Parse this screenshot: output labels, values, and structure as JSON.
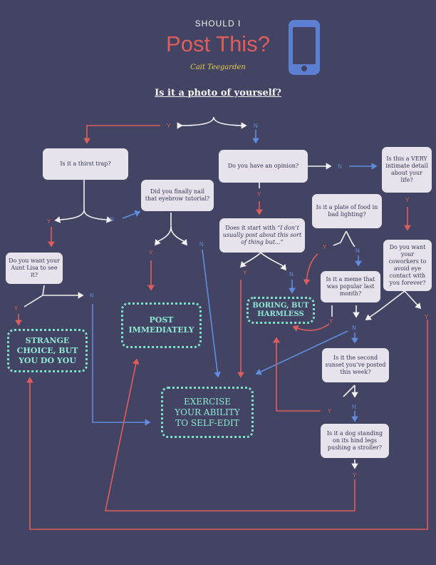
{
  "header": {
    "kicker": "SHOULD I",
    "title": "Post This?",
    "author": "Cait Teegarden",
    "question": "Is it a photo of yourself?"
  },
  "colors": {
    "background": "#434464",
    "yes": "#df5d5b",
    "no": "#5f8de0",
    "neutral": "#f2f2f2",
    "end_border": "#7fe0c9"
  },
  "icons": {
    "phone": "smartphone-icon"
  },
  "questions": {
    "thirst_trap": "Is it a thirst trap?",
    "opinion": "Do you have an opinion?",
    "intimate": "Is this a VERY intimate detail about your life?",
    "eyebrow": "Did you finally nail that eyebrow tutorial?",
    "food": "Is it a plate of food in bad lighting?",
    "dont_usually_prefix": "Does it start with",
    "dont_usually_quote": "“I don’t usually post about this sort of thing but...”",
    "aunt_lisa": "Do you want your Aunt Lisa to see it?",
    "coworkers": "Do you want your coworkers to avoid eye contact with you forever?",
    "meme": "Is it a meme that was popular last month?",
    "sunset": "Is it the second sunset you’ve posted this week?",
    "dog": "Is it a dog standing on its hind legs pushing a stroller?"
  },
  "outcomes": {
    "strange": "STRANGE\nCHOICE, BUT\nYOU DO YOU",
    "post": "POST\nIMMEDIATELY",
    "boring": "BORING, BUT\nHARMLESS",
    "self_edit": "EXERCISE\nYOUR ABILITY\nTO SELF-EDIT"
  },
  "labels": {
    "yes": "Y",
    "no": "N"
  }
}
